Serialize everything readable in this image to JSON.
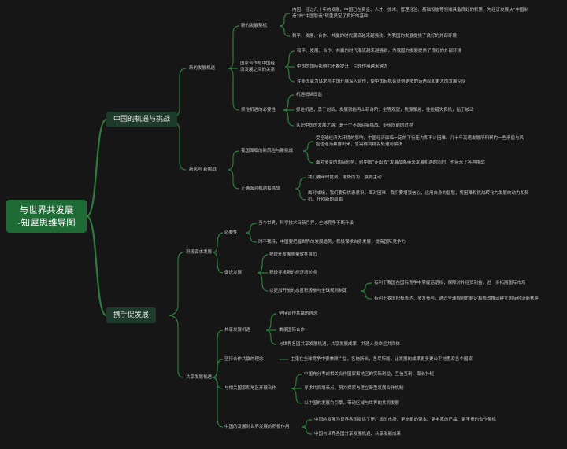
{
  "root": {
    "line1": "与世界共发展",
    "line2": "-知犀思维导图"
  },
  "branch1": {
    "title": "中国的机遇与挑战",
    "new_opps": {
      "title": "新的发展机遇",
      "dev": {
        "title": "新的发展契机",
        "items": [
          "内因：经过几十年的发展，中国已在资金、人才、技术、管理经验、基础设施等领域具备良好的积累，为经济发展从“中国制造”向“中国智造”转型奠定了良好的基础",
          "和平、发展、合作、共赢的时代潮流越来越强劲，为我国的发展提供了良好的外部环境"
        ]
      },
      "coop": {
        "title_l1": "国家合作与中国经",
        "title_l2": "济发展之间的关系",
        "items": [
          "和平、发展、合作、共赢的时代潮流越来越强劲，为我国的发展提供了良好的外部环境",
          "中国的国际影响力不断提升，引领作用越来越大",
          "许多国家为谋求与中国开展深入合作，使中国有机会获得更多的话语权和更大的发展空间"
        ]
      },
      "grasp": {
        "title": "抓住机遇的必要性",
        "items": [
          "机遇稍纵即逝",
          "抓住机遇，勇于创新，发展就能再上新台阶；坐等观望，犹豫懈怠，往往错失良机，贻于被动",
          "认识中国的发展之路：是一个不断迎接挑战、步步向前的过程"
        ]
      }
    },
    "challenges": {
      "title": "新风险 新挑战",
      "risk": {
        "title": "我国面临的新风险与新挑战",
        "items": [
          "受全球经济大环境的影响，中国经济面临一定的下行压力和不少困难。几十年高速发展所积累的一些矛盾与风险也逐渐暴露出来，急需得到稳妥处理与解决",
          "面对多变的国际形势，给中国“走出去”发展战略带来发展机遇的同时，也带来了各种挑战"
        ]
      },
      "face": {
        "title": "正确面对机遇和挑战",
        "items": [
          "我们要审时度势，顺势而为，赢得主动",
          "面对成绩，我们要有忧患意识；面对困难，我们要增强信心，运用自身的智慧，将困难和挑战转化为发展的动力和契机，开创新的局面"
        ]
      }
    }
  },
  "branch2": {
    "title": "携手促发展",
    "active": {
      "title": "积极谋求发展",
      "need": {
        "title": "必要性",
        "items": [
          "当今世界，科学技术日新月异，全球竞争不断升级",
          "时不我待，中国要把握世界的发展趋势，积极谋求自身发展，提高国际竞争力"
        ]
      },
      "promote": {
        "title": "促进发展",
        "items": [
          "把提升发展质量放在首位",
          "积极寻求新的经济增长点"
        ],
        "rules": {
          "title": "以更加开放的态度积极参与全球规则制定",
          "items": [
            "有利于我国在国际竞争中掌握话语权，保障对外经贸利益，进一步拓展国际市场",
            "有利于我国积极表达，多方参与，通过全球规则的制定和修改推动建立国际经济新秩序"
          ]
        }
      }
    },
    "common": {
      "title": "共享发展机遇",
      "share": {
        "title": "共享发展机遇",
        "items": [
          "坚持合作共赢的理念",
          "秉承国际合作",
          "与世界各国共享发展机遇，共享发展成果，共建人类命运共同体"
        ]
      },
      "winwin": {
        "title": "坚持合作共赢的理念",
        "item": "主张在全球竞争中要兼顾广益，各施所长，各尽所能，让发展的成果更多更公平地惠及各个国家"
      },
      "partner": {
        "title": "与相关国家和地区开展合作",
        "items": [
          "中国充分考虑相关合作国家和地区的实际利益，互信互利，取长补短",
          "寻求共同增长点，努力探索与建立新型发展合作机制",
          "以中国的发展为引擎，带动区域与世界的共同发展"
        ]
      },
      "impact": {
        "title": "中国的发展对世界发展的积极作用",
        "items": [
          "中国的发展为世界各国提供了更广阔的市场、更充足的资本、更丰富的产品、更宝贵的合作契机",
          "中国与世界各国分享发展机遇、共享发展成果"
        ]
      }
    }
  }
}
